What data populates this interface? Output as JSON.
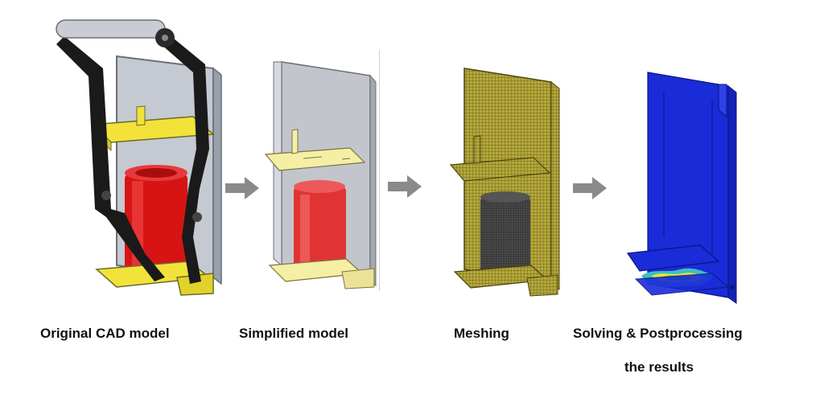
{
  "steps": [
    {
      "label": "Original CAD model"
    },
    {
      "label": "Simplified model"
    },
    {
      "label": "Meshing"
    },
    {
      "label": "Solving & Postprocessing"
    }
  ],
  "step4_line2": "the results",
  "colors": {
    "yellow": "#f2e23a",
    "pale_yellow": "#f5eea5",
    "red": "#d71414",
    "mesh": "#b5a83a",
    "blue": "#1a2bd8",
    "arrow": "#8a8a8a",
    "handle": "#1a1a1a"
  }
}
